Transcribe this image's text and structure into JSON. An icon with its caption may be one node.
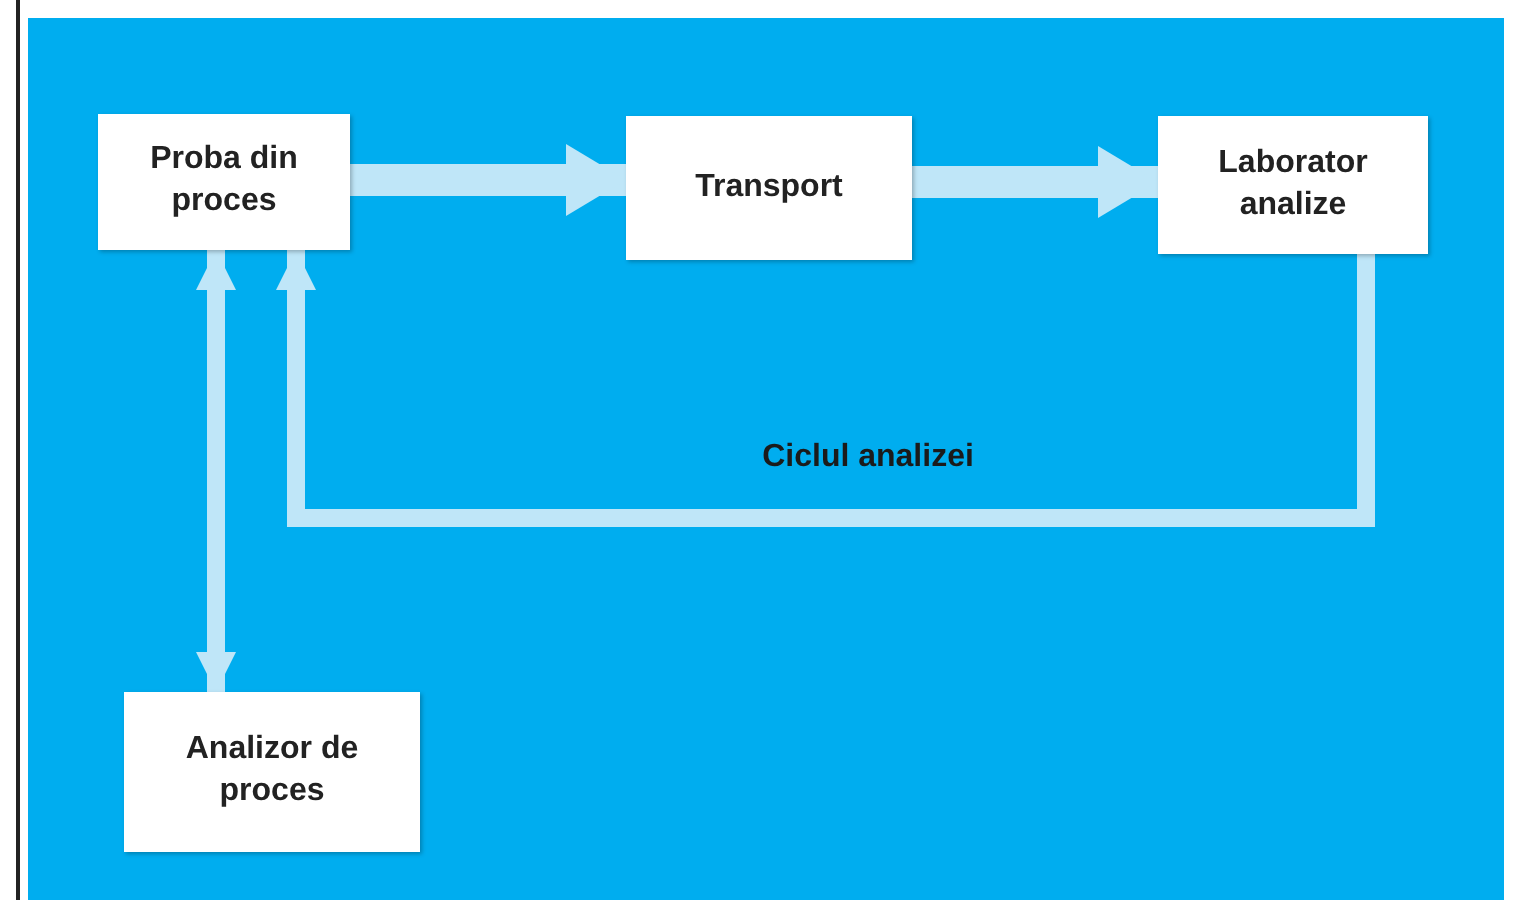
{
  "diagram": {
    "nodes": [
      {
        "text": [
          "Proba din proces"
        ]
      },
      {
        "text": [
          "Transport"
        ]
      },
      {
        "text": [
          "Laborator analize"
        ]
      },
      {
        "text": [
          "Analizor de proces"
        ]
      }
    ],
    "edges": [
      {
        "from": 0,
        "to": 1,
        "arrow": "to"
      },
      {
        "from": 1,
        "to": 2,
        "arrow": "to"
      },
      {
        "from": 2,
        "to": 0,
        "arrow": "to",
        "label": "Ciclul analizei"
      },
      {
        "from": 3,
        "to": 0,
        "arrow": "both"
      }
    ]
  }
}
